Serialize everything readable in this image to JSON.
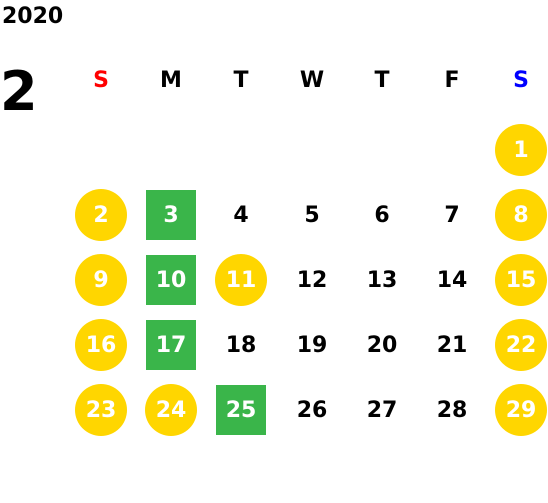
{
  "year": "2020",
  "month": "2",
  "weekdays": [
    {
      "label": "S",
      "color": "#FF0000"
    },
    {
      "label": "M",
      "color": "#000000"
    },
    {
      "label": "T",
      "color": "#000000"
    },
    {
      "label": "W",
      "color": "#000000"
    },
    {
      "label": "T",
      "color": "#000000"
    },
    {
      "label": "F",
      "color": "#000000"
    },
    {
      "label": "S",
      "color": "#0000FF"
    }
  ],
  "colors": {
    "holiday_circle": "#FFD600",
    "green_square": "#3AB54A"
  },
  "weeks": [
    [
      null,
      null,
      null,
      null,
      null,
      null,
      {
        "d": "1",
        "style": "circle"
      }
    ],
    [
      {
        "d": "2",
        "style": "circle"
      },
      {
        "d": "3",
        "style": "square"
      },
      {
        "d": "4",
        "style": "plain"
      },
      {
        "d": "5",
        "style": "plain"
      },
      {
        "d": "6",
        "style": "plain"
      },
      {
        "d": "7",
        "style": "plain"
      },
      {
        "d": "8",
        "style": "circle"
      }
    ],
    [
      {
        "d": "9",
        "style": "circle"
      },
      {
        "d": "10",
        "style": "square"
      },
      {
        "d": "11",
        "style": "circle"
      },
      {
        "d": "12",
        "style": "plain"
      },
      {
        "d": "13",
        "style": "plain"
      },
      {
        "d": "14",
        "style": "plain"
      },
      {
        "d": "15",
        "style": "circle"
      }
    ],
    [
      {
        "d": "16",
        "style": "circle"
      },
      {
        "d": "17",
        "style": "square"
      },
      {
        "d": "18",
        "style": "plain"
      },
      {
        "d": "19",
        "style": "plain"
      },
      {
        "d": "20",
        "style": "plain"
      },
      {
        "d": "21",
        "style": "plain"
      },
      {
        "d": "22",
        "style": "circle"
      }
    ],
    [
      {
        "d": "23",
        "style": "circle"
      },
      {
        "d": "24",
        "style": "circle"
      },
      {
        "d": "25",
        "style": "square"
      },
      {
        "d": "26",
        "style": "plain"
      },
      {
        "d": "27",
        "style": "plain"
      },
      {
        "d": "28",
        "style": "plain"
      },
      {
        "d": "29",
        "style": "circle"
      }
    ]
  ]
}
